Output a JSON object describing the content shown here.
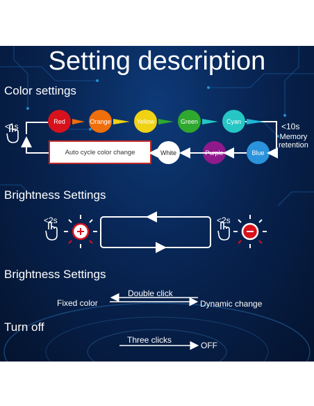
{
  "title": "Setting description",
  "sections": {
    "color_settings": "Color settings",
    "brightness_settings_1": "Brightness Settings",
    "brightness_settings_2": "Brightness Settings",
    "turn_off": "Turn off"
  },
  "color_cycle": {
    "press_left": "<1s",
    "press_right": "<10s",
    "memory_label": "Memory\nretention",
    "auto_cycle_label": "Auto cycle color change",
    "colors_top": [
      {
        "label": "Red",
        "color": "#d8121c"
      },
      {
        "label": "Orange",
        "color": "#ef6f0c"
      },
      {
        "label": "Yellow",
        "color": "#f0d214"
      },
      {
        "label": "Green",
        "color": "#2ea82e"
      },
      {
        "label": "Cyan",
        "color": "#25c6c4"
      }
    ],
    "colors_bottom": [
      {
        "label": "Blue",
        "color": "#2a93dc"
      },
      {
        "label": "Purple",
        "color": "#8e1a8c"
      },
      {
        "label": "White",
        "color": "#ffffff"
      }
    ]
  },
  "brightness": {
    "press_left": "<2s",
    "press_right": "<2s",
    "plus_symbol": "+",
    "minus_symbol": "−"
  },
  "dynamic": {
    "double_click": "Double click",
    "fixed_color": "Fixed color",
    "dynamic_change": "Dynamic change"
  },
  "off": {
    "three_clicks": "Three clicks",
    "off_label": "OFF"
  },
  "colors": {
    "accent_red": "#c02b2b",
    "arrow_cyan": "#21b6d6",
    "background": "#082452"
  }
}
